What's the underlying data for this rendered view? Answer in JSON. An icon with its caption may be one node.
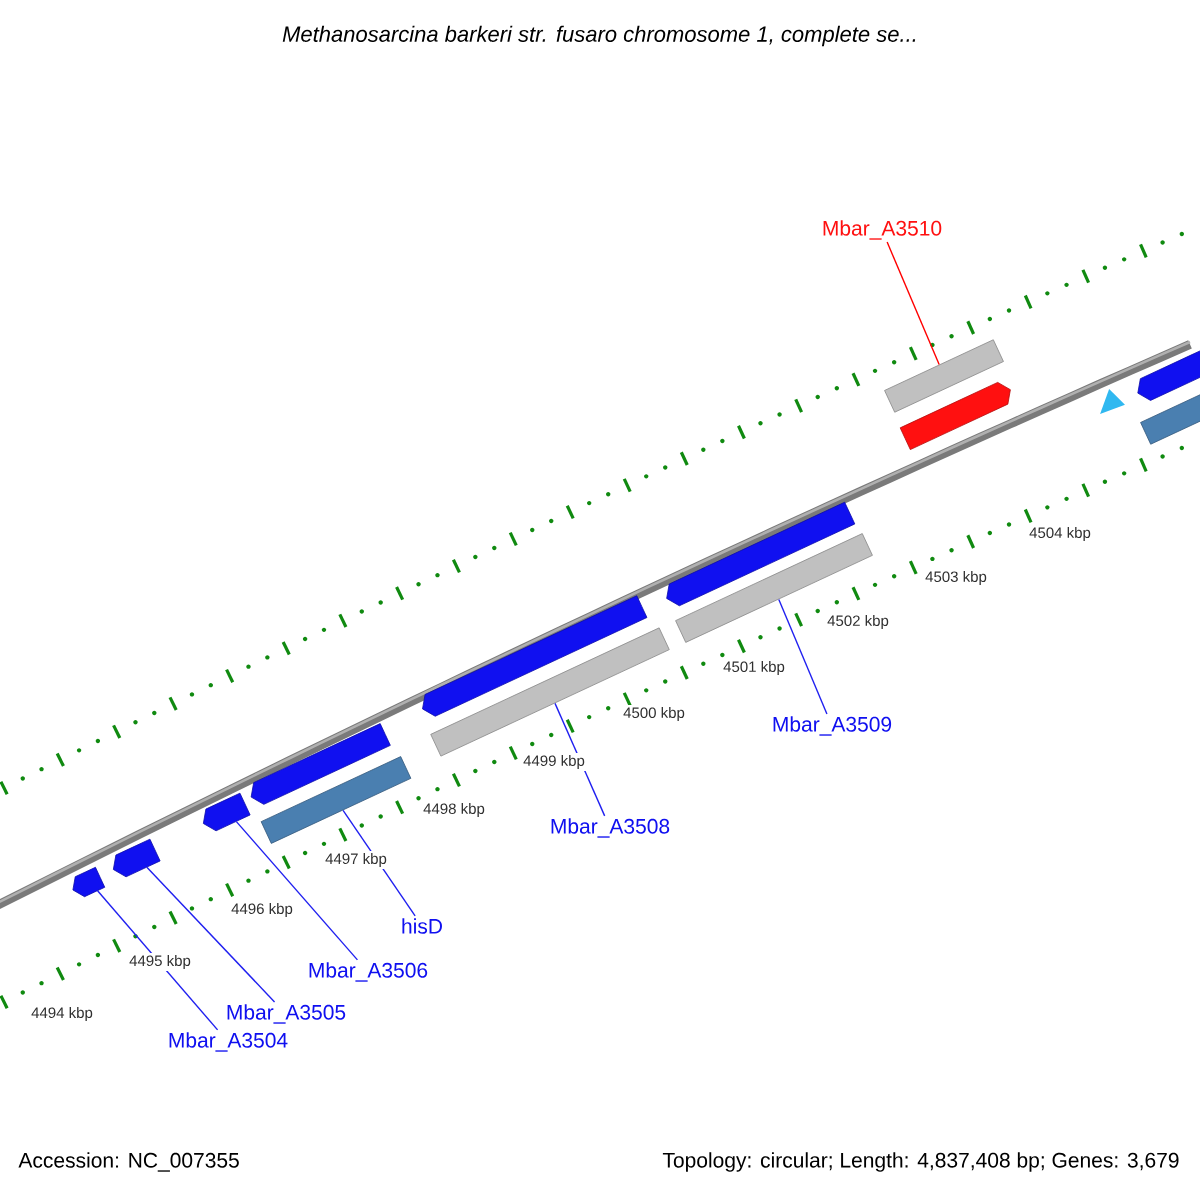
{
  "diagram": {
    "title": "Methanosarcina barkeri str. fusaro chromosome 1, complete se...",
    "nodes": [
      {
        "text": [],
        "shape": "bar"
      },
      {
        "text": [],
        "shape": "bar"
      },
      {
        "text": [],
        "shape": "bar"
      },
      {
        "text": [],
        "shape": "bar"
      },
      {
        "text": [],
        "shape": "bar"
      },
      {
        "text": [],
        "shape": "bar"
      },
      {
        "text": [],
        "shape": "bar"
      },
      {
        "text": [],
        "shape": "bar"
      },
      {
        "text": [],
        "shape": "bar"
      },
      {
        "text": [],
        "shape": "bar"
      },
      {
        "text": [],
        "shape": "bar"
      },
      {
        "text": [],
        "shape": "triangle"
      },
      {
        "text": [],
        "shape": "bar"
      },
      {
        "text": [],
        "shape": "bar"
      },
      {
        "text": [
          "Mbar_A3504"
        ]
      },
      {
        "text": [
          "Mbar_A3505"
        ]
      },
      {
        "text": [
          "Mbar_A3506"
        ]
      },
      {
        "text": [
          "hisD"
        ]
      },
      {
        "text": [
          "Mbar_A3508"
        ]
      },
      {
        "text": [
          "Mbar_A3509"
        ]
      },
      {
        "text": [
          "Mbar_A3510"
        ]
      }
    ],
    "edges": [
      {
        "from": 14,
        "to": 0,
        "arrow": "none"
      },
      {
        "from": 15,
        "to": 1,
        "arrow": "none"
      },
      {
        "from": 16,
        "to": 2,
        "arrow": "none"
      },
      {
        "from": 17,
        "to": 4,
        "arrow": "none"
      },
      {
        "from": 18,
        "to": 6,
        "arrow": "none"
      },
      {
        "from": 19,
        "to": 8,
        "arrow": "none"
      },
      {
        "from": 20,
        "to": 9,
        "arrow": "none",
        "color": "#ff0000"
      }
    ],
    "labels": [
      "4494 kbp",
      "4495 kbp",
      "4496 kbp",
      "4497 kbp",
      "4498 kbp",
      "4499 kbp",
      "4500 kbp",
      "4501 kbp",
      "4502 kbp",
      "4503 kbp",
      "4504 kbp",
      "Accession: NC_007355",
      "Topology: circular; Length: 4,837,408 bp; Genes: 3,679"
    ]
  }
}
